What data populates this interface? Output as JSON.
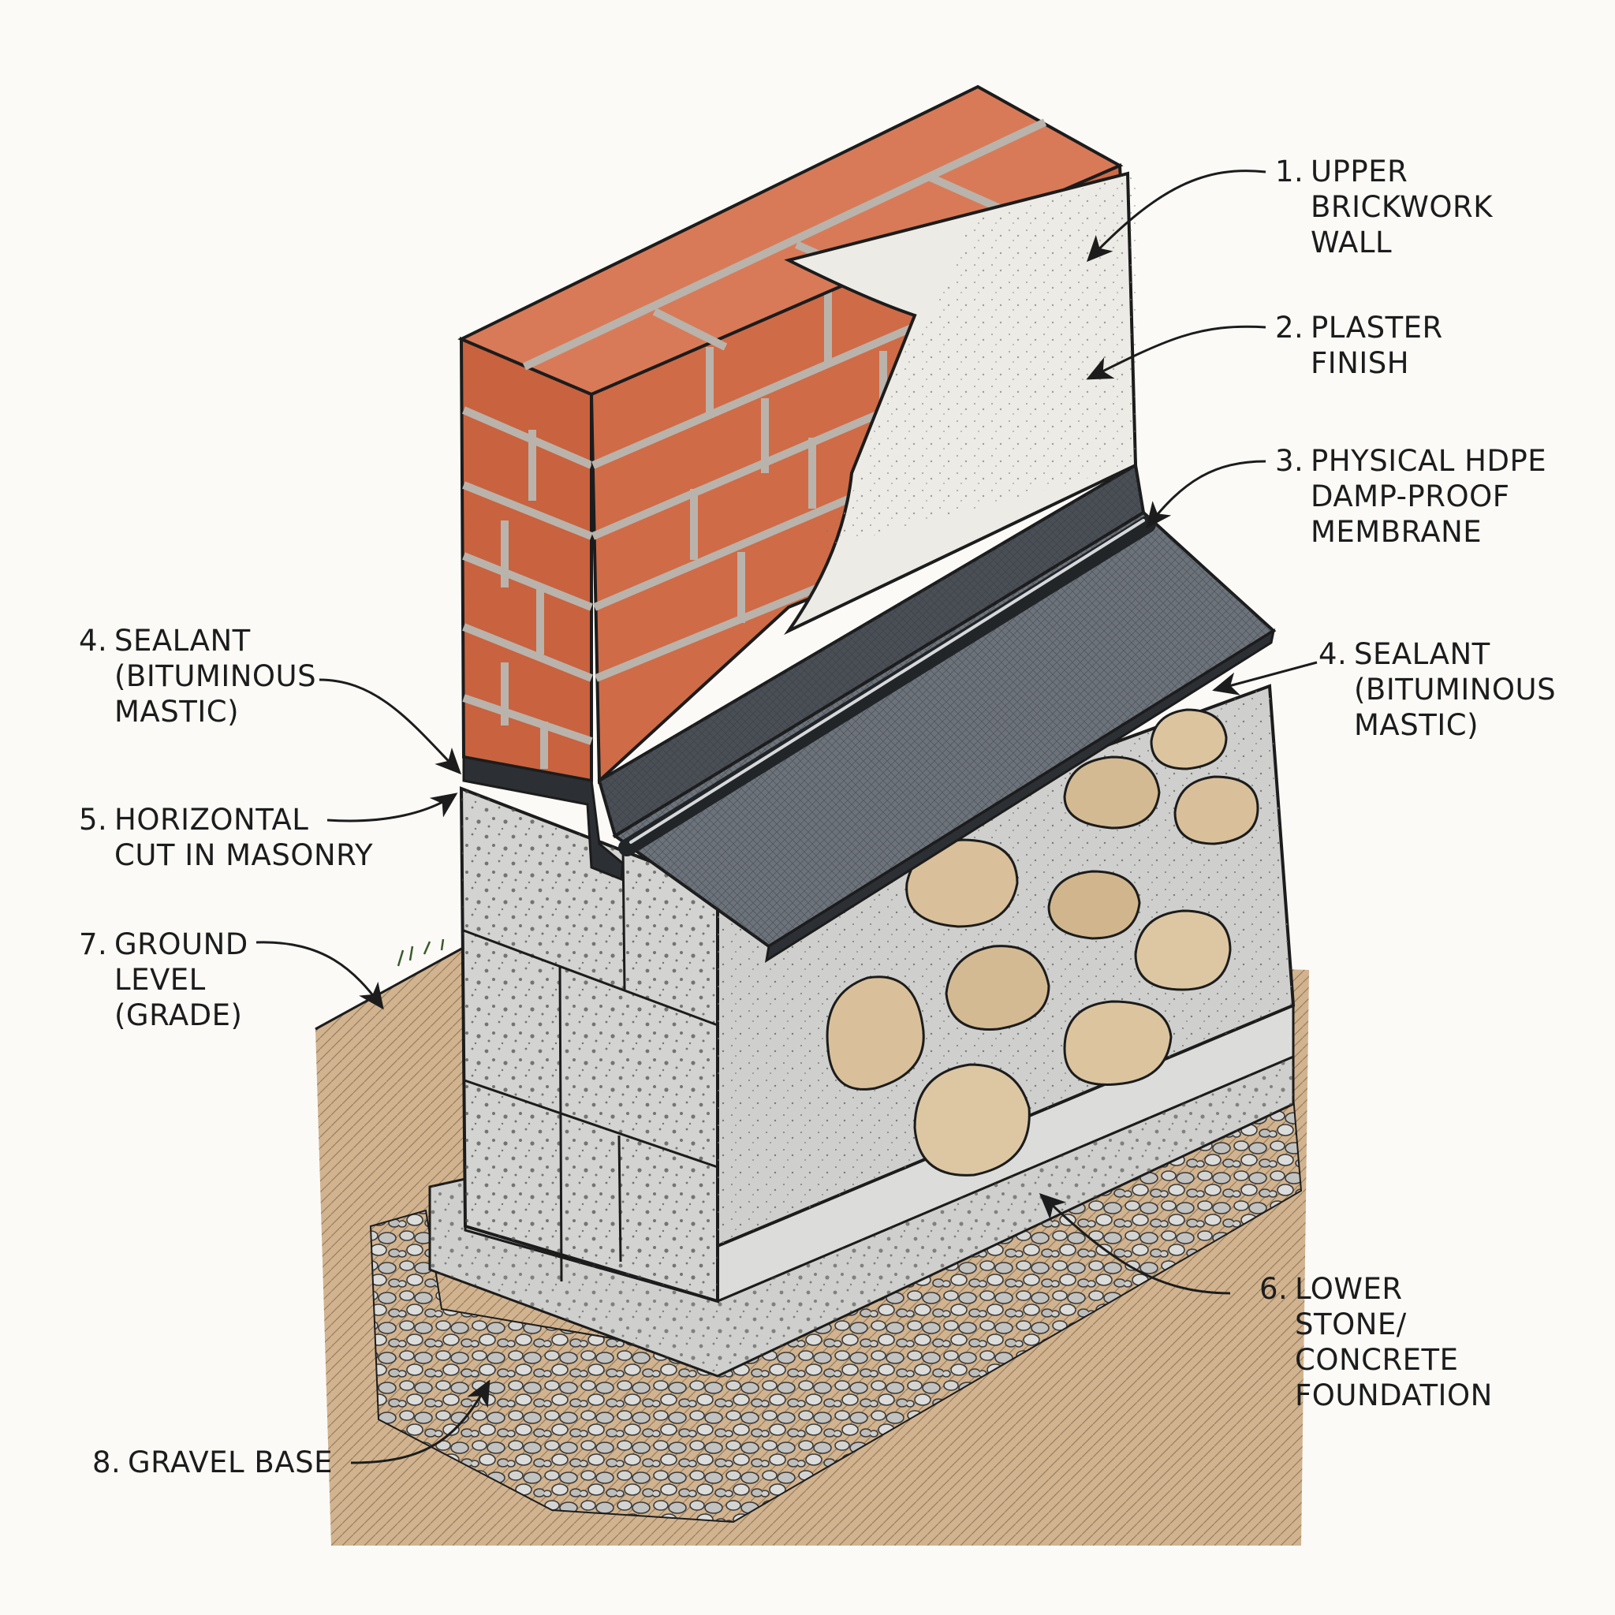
{
  "diagram": {
    "callouts": [
      {
        "id": "upper-brickwork-wall",
        "number": "1.",
        "lines": [
          "UPPER",
          "BRICKWORK",
          "WALL"
        ]
      },
      {
        "id": "plaster-finish",
        "number": "2.",
        "lines": [
          "PLASTER",
          "FINISH"
        ]
      },
      {
        "id": "hdpe-membrane",
        "number": "3.",
        "lines": [
          "PHYSICAL HDPE",
          "DAMP-PROOF",
          "MEMBRANE"
        ]
      },
      {
        "id": "sealant-left",
        "number": "4.",
        "lines": [
          "SEALANT",
          "(BITUMINOUS",
          "MASTIC)"
        ]
      },
      {
        "id": "sealant-right",
        "number": "4.",
        "lines": [
          "SEALANT",
          "(BITUMINOUS",
          "MASTIC)"
        ]
      },
      {
        "id": "horizontal-cut",
        "number": "5.",
        "lines": [
          "HORIZONTAL",
          "CUT IN MASONRY"
        ]
      },
      {
        "id": "foundation",
        "number": "6.",
        "lines": [
          "LOWER",
          "STONE/",
          "CONCRETE",
          "FOUNDATION"
        ]
      },
      {
        "id": "ground-level",
        "number": "7.",
        "lines": [
          "GROUND",
          "LEVEL",
          "(GRADE)"
        ]
      },
      {
        "id": "gravel-base",
        "number": "8.",
        "lines": [
          "GRAVEL BASE"
        ]
      }
    ]
  },
  "colors": {
    "brick": "#c9623f",
    "brick_top": "#d87a58",
    "mortar": "#b9b3ab",
    "plaster": "#ecebe6",
    "membrane": "#4a4f56",
    "membrane_top": "#6d737b",
    "concrete": "#d3d3d1",
    "concrete_dark": "#b9b9b7",
    "stone": "#d9c09a",
    "soil": "#c9a67d",
    "gravel": "#c7c7c5",
    "ink": "#1c1c1c"
  }
}
